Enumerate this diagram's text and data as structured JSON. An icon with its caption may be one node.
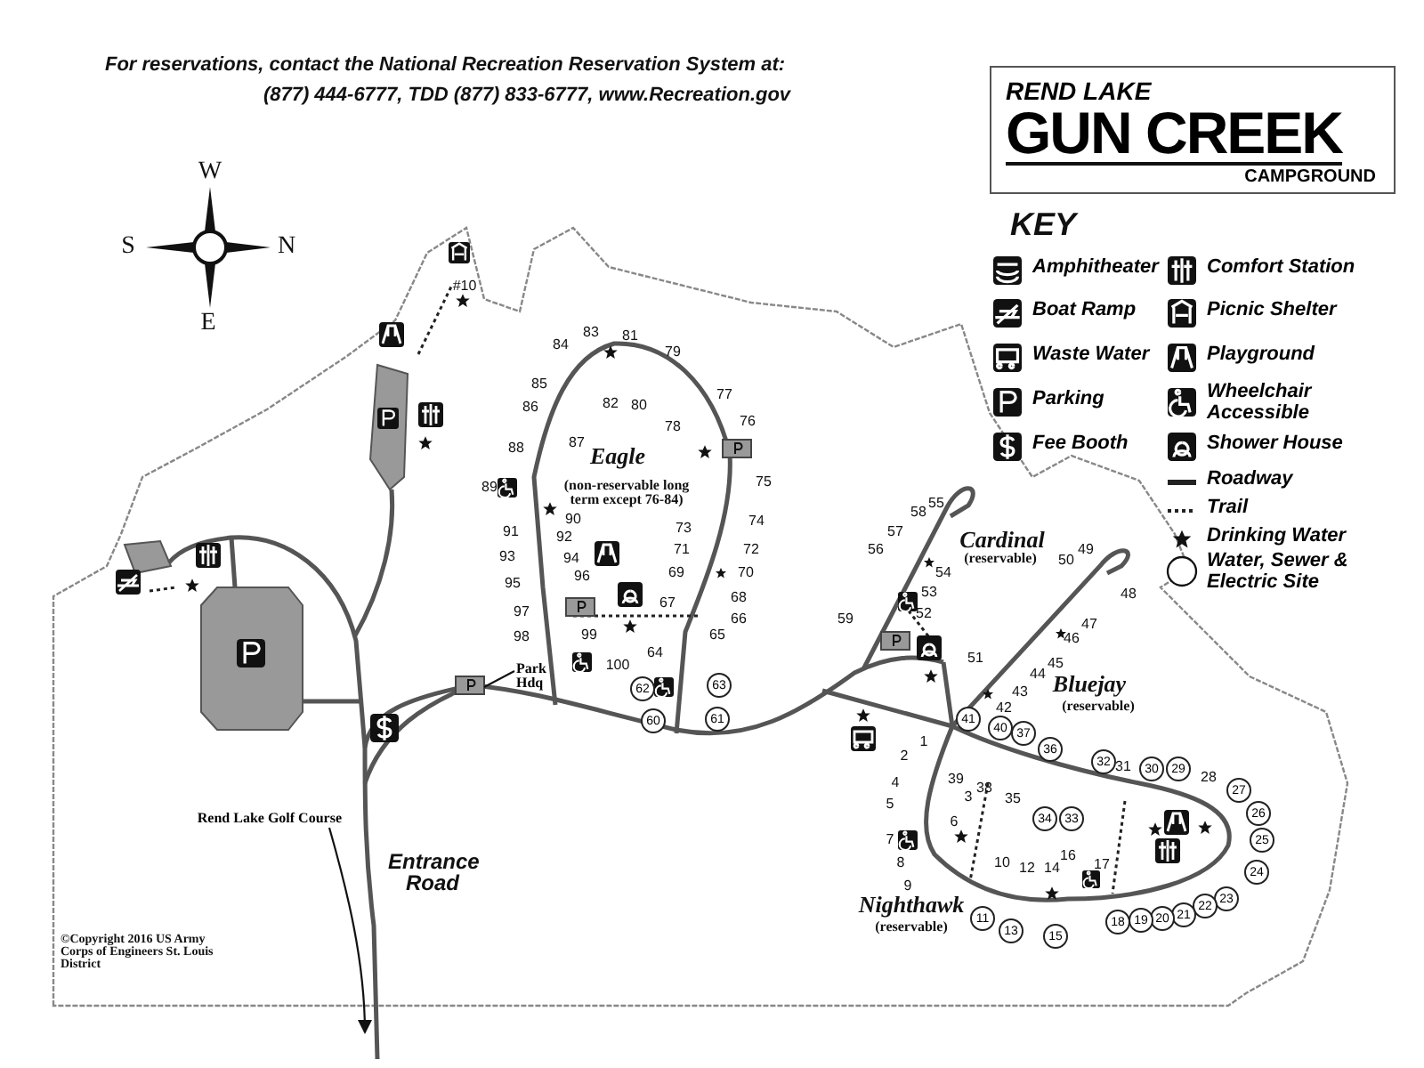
{
  "diagram": {
    "nodes": [
      {
        "text": [
          "REND LAKE",
          "GUN CREEK",
          "CAMPGROUND"
        ]
      },
      {
        "text": [
          "Rend Lake Golf Course"
        ]
      },
      {
        "text": [
          "Park Hdq"
        ]
      },
      {
        "text": [
          "62"
        ]
      },
      {
        "text": [
          "63"
        ]
      },
      {
        "text": [
          "60"
        ]
      },
      {
        "text": [
          "61"
        ]
      },
      {
        "text": [
          "41"
        ]
      },
      {
        "text": [
          "40"
        ]
      },
      {
        "text": [
          "37"
        ]
      },
      {
        "text": [
          "36"
        ]
      },
      {
        "text": [
          "32"
        ]
      },
      {
        "text": [
          "30"
        ]
      },
      {
        "text": [
          "29"
        ]
      },
      {
        "text": [
          "27"
        ]
      },
      {
        "text": [
          "26"
        ]
      },
      {
        "text": [
          "25"
        ]
      },
      {
        "text": [
          "24"
        ]
      },
      {
        "text": [
          "34"
        ]
      },
      {
        "text": [
          "33"
        ]
      },
      {
        "text": [
          "23"
        ]
      },
      {
        "text": [
          "22"
        ]
      },
      {
        "text": [
          "21"
        ]
      },
      {
        "text": [
          "20"
        ]
      },
      {
        "text": [
          "19"
        ]
      },
      {
        "text": [
          "18"
        ]
      },
      {
        "text": [
          "15"
        ]
      },
      {
        "text": [
          "13"
        ]
      },
      {
        "text": [
          "11"
        ]
      }
    ],
    "edges": [
      {
        "from": 1,
        "to": null,
        "arrow": "to"
      },
      {
        "from": 2,
        "to": null,
        "arrow": "none"
      }
    ],
    "labels": [
      "For reservations, contact the National Recreation Reservation System at:",
      "(877) 444-6777, TDD (877) 833-6777, www.Recreation.gov",
      "KEY",
      "W",
      "S",
      "N",
      "E",
      "#10",
      "Eagle",
      "(non-reservable long term except 76-84)",
      "84",
      "83",
      "81",
      "79",
      "82",
      "80",
      "77",
      "78",
      "76",
      "85",
      "86",
      "87",
      "88",
      "75",
      "89",
      "90",
      "74",
      "73",
      "91",
      "92",
      "72",
      "71",
      "93",
      "94",
      "69",
      "70",
      "95",
      "96",
      "67",
      "68",
      "97",
      "66",
      "99",
      "98",
      "65",
      "64",
      "100",
      "Cardinal",
      "(reservable)",
      "58",
      "55",
      "57",
      "56",
      "54",
      "53",
      "52",
      "59",
      "Bluejay",
      "(reservable)",
      "49",
      "50",
      "48",
      "47",
      "46",
      "45",
      "44",
      "43",
      "51",
      "42",
      "39",
      "38",
      "35",
      "31",
      "28",
      "1",
      "2",
      "3",
      "4",
      "5",
      "6",
      "7",
      "8",
      "9",
      "10",
      "12",
      "14",
      "16",
      "17",
      "Nighthawk",
      "(reservable)",
      "Entrance Road",
      "©Copyright 2016 US Army Corps of Engineers St. Louis District"
    ],
    "legend": [
      {
        "text": "Amphitheater"
      },
      {
        "text": "Comfort Station"
      },
      {
        "text": "Boat Ramp"
      },
      {
        "text": "Picnic Shelter"
      },
      {
        "text": "Waste Water"
      },
      {
        "text": "Playground"
      },
      {
        "text": "Parking"
      },
      {
        "text": "Wheelchair Accessible"
      },
      {
        "text": "Fee Booth"
      },
      {
        "text": "Shower House"
      },
      {
        "text": "Roadway"
      },
      {
        "text": "Trail"
      },
      {
        "text": "Drinking Water"
      },
      {
        "text": "Water, Sewer & Electric Site"
      }
    ]
  }
}
